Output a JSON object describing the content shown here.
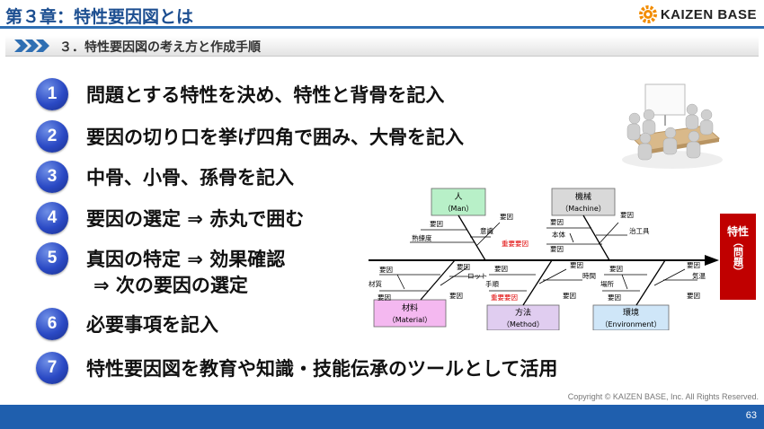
{
  "header": {
    "chapter_title": "第３章：特性要因図とは",
    "logo_text": "KAIZEN BASE",
    "section_title": "３．特性要因図の考え方と作成手順"
  },
  "steps": [
    {
      "number": "1",
      "text": "問題とする特性を決め、特性と背骨を記入"
    },
    {
      "number": "2",
      "text": "要因の切り口を挙げ四角で囲み、大骨を記入"
    },
    {
      "number": "3",
      "text": "中骨、小骨、孫骨を記入"
    },
    {
      "number": "4",
      "text": "要因の選定 ⇒ 赤丸で囲む"
    },
    {
      "number": "5",
      "text": "真因の特定 ⇒ 効果確認",
      "text2": "⇒ 次の要因の選定"
    },
    {
      "number": "6",
      "text": "必要事項を記入"
    },
    {
      "number": "7",
      "text": "特性要因図を教育や知識・技能伝承のツールとして活用"
    }
  ],
  "fishbone": {
    "characteristic": {
      "line1": "特性",
      "line2": "（問題）"
    },
    "categories": {
      "man": {
        "name": "人",
        "en": "（Man）"
      },
      "machine": {
        "name": "機械",
        "en": "（Machine）"
      },
      "material": {
        "name": "材料",
        "en": "（Material）"
      },
      "method": {
        "name": "方法",
        "en": "（Method）"
      },
      "environment": {
        "name": "環境",
        "en": "（Environment）"
      }
    },
    "labels": {
      "factor": "要因",
      "important_factor": "重要要因",
      "skill": "熟練度",
      "awareness": "意識",
      "body": "本体",
      "jig": "治工具",
      "material_quality": "材質",
      "lot": "ロット",
      "procedure": "手順",
      "time": "時間",
      "place": "場所",
      "temperature": "気温"
    },
    "colors": {
      "man": "#b8f0c8",
      "machine": "#d9d9d9",
      "material": "#f4b8f0",
      "method": "#e0cdf0",
      "environment": "#cfe6f8",
      "characteristic": "#c00000",
      "important": "#e00000"
    }
  },
  "footer": {
    "copyright": "Copyright ©  KAIZEN BASE, Inc.  All Rights Reserved.",
    "page_number": "63"
  }
}
